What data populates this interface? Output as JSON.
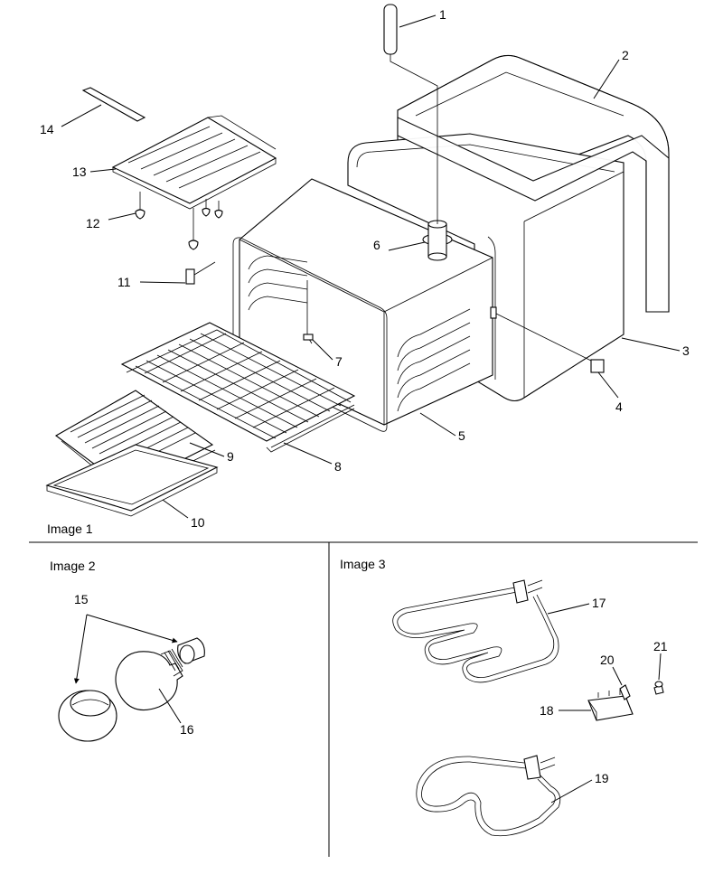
{
  "panels": {
    "image1": "Image 1",
    "image2": "Image 2",
    "image3": "Image 3"
  },
  "callouts": {
    "c1": "1",
    "c2": "2",
    "c3": "3",
    "c4": "4",
    "c5": "5",
    "c6": "6",
    "c7": "7",
    "c8": "8",
    "c9": "9",
    "c10": "10",
    "c11": "11",
    "c12": "12",
    "c13": "13",
    "c14": "14",
    "c15": "15",
    "c16": "16",
    "c17": "17",
    "c18": "18",
    "c19": "19",
    "c20": "20",
    "c21": "21"
  }
}
